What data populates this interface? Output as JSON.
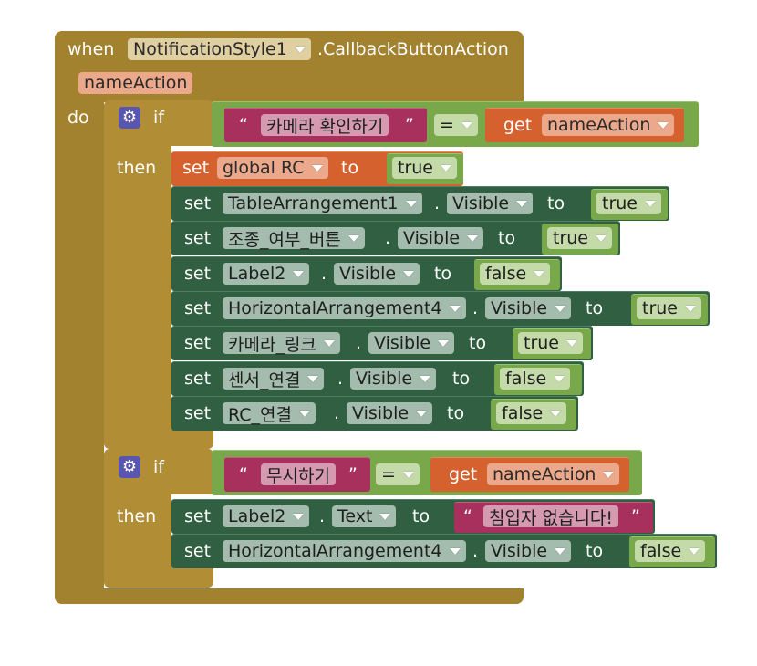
{
  "event": {
    "when_label": "when",
    "component": "NotificationStyle1",
    "event_name": ".CallbackButtonAction",
    "param": "nameAction",
    "do_label": "do"
  },
  "if1": {
    "if_label": "if",
    "then_label": "then",
    "string": "카메라 확인하기",
    "open_quote": "“",
    "close_quote": "”",
    "op": "=",
    "get_label": "get",
    "get_var": "nameAction",
    "global_set": {
      "set_label": "set",
      "var": "global RC",
      "to_label": "to",
      "value": "true"
    },
    "rows": [
      {
        "set_label": "set",
        "component": "TableArrangement1",
        "dot": ".",
        "prop": "Visible",
        "to_label": "to",
        "value": "true"
      },
      {
        "set_label": "set",
        "component": "조종_여부_버튼",
        "dot": ".",
        "prop": "Visible",
        "to_label": "to",
        "value": "true"
      },
      {
        "set_label": "set",
        "component": "Label2",
        "dot": ".",
        "prop": "Visible",
        "to_label": "to",
        "value": "false"
      },
      {
        "set_label": "set",
        "component": "HorizontalArrangement4",
        "dot": ".",
        "prop": "Visible",
        "to_label": "to",
        "value": "true"
      },
      {
        "set_label": "set",
        "component": "카메라_링크",
        "dot": ".",
        "prop": "Visible",
        "to_label": "to",
        "value": "true"
      },
      {
        "set_label": "set",
        "component": "센서_연결",
        "dot": ".",
        "prop": "Visible",
        "to_label": "to",
        "value": "false"
      },
      {
        "set_label": "set",
        "component": "RC_연결",
        "dot": ".",
        "prop": "Visible",
        "to_label": "to",
        "value": "false"
      }
    ]
  },
  "if2": {
    "if_label": "if",
    "then_label": "then",
    "string": "무시하기",
    "open_quote": "“",
    "close_quote": "”",
    "op": "=",
    "get_label": "get",
    "get_var": "nameAction",
    "row1": {
      "set_label": "set",
      "component": "Label2",
      "dot": ".",
      "prop": "Text",
      "to_label": "to",
      "value": "침입자 없습니다!"
    },
    "row2": {
      "set_label": "set",
      "component": "HorizontalArrangement4",
      "dot": ".",
      "prop": "Visible",
      "to_label": "to",
      "value": "false"
    }
  },
  "colors": {
    "event": "#a2812f",
    "control": "#b18e35",
    "variable": "#d5612e",
    "component": "#305f41",
    "logic": "#78a849",
    "text": "#a8305c"
  }
}
